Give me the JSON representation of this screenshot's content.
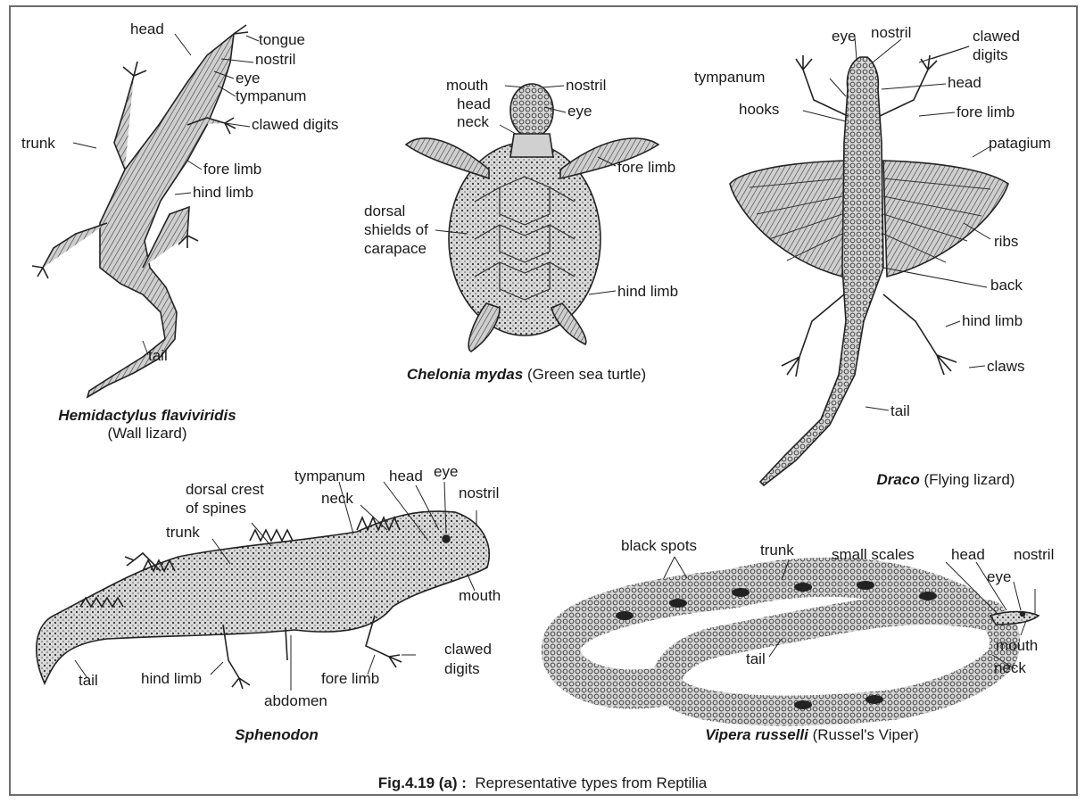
{
  "figure_caption": {
    "number": "Fig.4.19 (a) :",
    "text": "Representative types from Reptilia"
  },
  "specimens": {
    "wall_lizard": {
      "sci_name": "Hemidactylus flaviviridis",
      "common_name": "(Wall lizard)",
      "labels": {
        "head": "head",
        "tongue": "tongue",
        "nostril": "nostril",
        "eye": "eye",
        "tympanum": "tympanum",
        "clawed_digits": "clawed digits",
        "trunk": "trunk",
        "fore_limb": "fore limb",
        "hind_limb": "hind limb",
        "tail": "tail"
      }
    },
    "turtle": {
      "sci_name": "Chelonia mydas",
      "common_name": "(Green sea turtle)",
      "labels": {
        "mouth": "mouth",
        "nostril": "nostril",
        "head": "head",
        "eye": "eye",
        "neck": "neck",
        "fore_limb": "fore limb",
        "dorsal_1": "dorsal",
        "dorsal_2": "shields of",
        "dorsal_3": "carapace",
        "hind_limb": "hind limb"
      }
    },
    "draco": {
      "sci_name": "Draco",
      "common_name": "(Flying lizard)",
      "labels": {
        "eye": "eye",
        "nostril": "nostril",
        "clawed_1": "clawed",
        "clawed_2": "digits",
        "tympanum": "tympanum",
        "head": "head",
        "hooks": "hooks",
        "fore_limb": "fore limb",
        "patagium": "patagium",
        "ribs": "ribs",
        "back": "back",
        "hind_limb": "hind limb",
        "claws": "claws",
        "tail": "tail"
      }
    },
    "sphenodon": {
      "sci_name": "Sphenodon",
      "labels": {
        "tympanum": "tympanum",
        "head": "head",
        "eye": "eye",
        "dorsal_1": "dorsal crest",
        "dorsal_2": "of spines",
        "neck": "neck",
        "nostril": "nostril",
        "trunk": "trunk",
        "mouth": "mouth",
        "clawed_1": "clawed",
        "clawed_2": "digits",
        "tail": "tail",
        "hind_limb": "hind limb",
        "fore_limb": "fore limb",
        "abdomen": "abdomen"
      }
    },
    "viper": {
      "sci_name": "Vipera russelli",
      "common_name": "(Russel's Viper)",
      "labels": {
        "black_spots": "black spots",
        "trunk": "trunk",
        "small_scales": "small scales",
        "head": "head",
        "nostril": "nostril",
        "eye": "eye",
        "mouth": "mouth",
        "tail": "tail",
        "neck": "neck"
      }
    }
  }
}
